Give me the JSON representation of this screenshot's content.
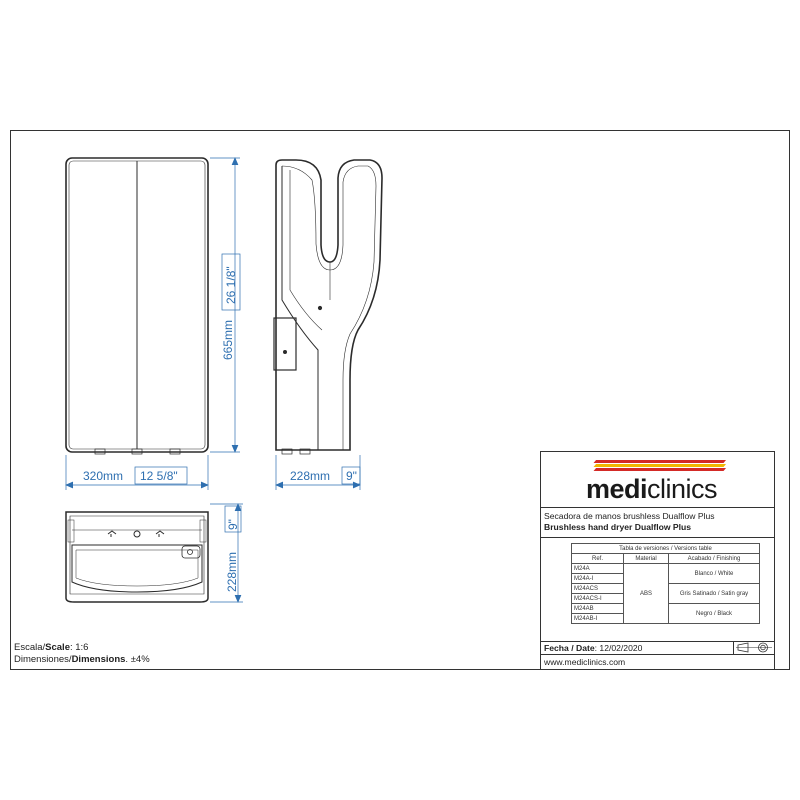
{
  "dimensions": {
    "front_height": "665mm",
    "front_height_in": "26 1/8\"",
    "front_width": "320mm",
    "front_width_in": "12 5/8\"",
    "side_depth": "228mm",
    "side_depth_in": "9\"",
    "top_depth": "228mm",
    "top_depth_in": "9\""
  },
  "scale": {
    "scale_label_es": "Escala/",
    "scale_label_en": "Scale",
    "scale_value": ":  1:6",
    "dim_label_es": "Dimensiones/",
    "dim_label_en": "Dimensions",
    "dim_value": ".  ±4%"
  },
  "title_block": {
    "logo_part1": "medi",
    "logo_part2": "clinics",
    "stripe_colors": [
      "#d42a26",
      "#f2b700",
      "#d42a26"
    ],
    "desc_es": "Secadora de manos brushless Dualflow Plus",
    "desc_en": "Brushless hand dryer Dualflow Plus",
    "version_table": {
      "title": "Tabla de versiones / Versions table",
      "headers": [
        "Ref.",
        "Material",
        "Acabado / Finishing"
      ],
      "material": "ABS",
      "refs": [
        "M24A",
        "M24A-I",
        "M24ACS",
        "M24ACS-I",
        "M24AB",
        "M24AB-I"
      ],
      "finishes": [
        "Blanco / White",
        "Gris Satinado / Satin gray",
        "Negro / Black"
      ]
    },
    "date_label": "Fecha / Date",
    "date_value": ": 12/02/2020",
    "website": "www.mediclinics.com"
  },
  "colors": {
    "dimension_blue": "#2e6fb0",
    "outline": "#2b2b2b"
  }
}
